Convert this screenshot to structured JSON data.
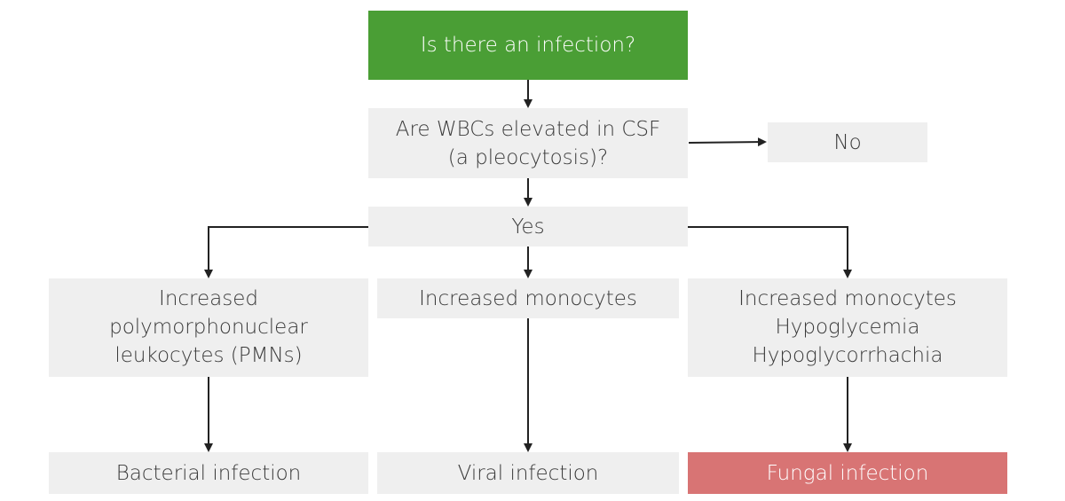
{
  "colors": {
    "start": "#4a9e35",
    "neutral": "#efefef",
    "fungal": "#d87474",
    "line": "#222222"
  },
  "nodes": {
    "start": {
      "lines": [
        "Is there an infection?"
      ]
    },
    "wbc": {
      "lines": [
        "Are WBCs elevated in CSF",
        "(a pleocytosis)?"
      ]
    },
    "no": {
      "lines": [
        "No"
      ]
    },
    "yes": {
      "lines": [
        "Yes"
      ]
    },
    "pmn": {
      "lines": [
        "Increased",
        "polymorphonuclear",
        "leukocytes (PMNs)"
      ]
    },
    "mono": {
      "lines": [
        "Increased monocytes"
      ]
    },
    "fungal_criteria": {
      "lines": [
        "Increased monocytes",
        "Hypoglycemia",
        "Hypoglycorrhachia"
      ]
    },
    "bacterial": {
      "lines": [
        "Bacterial infection"
      ]
    },
    "viral": {
      "lines": [
        "Viral infection"
      ]
    },
    "fungal": {
      "lines": [
        "Fungal infection"
      ]
    }
  },
  "edges": [
    {
      "from": "start",
      "to": "wbc"
    },
    {
      "from": "wbc",
      "to": "no"
    },
    {
      "from": "wbc",
      "to": "yes"
    },
    {
      "from": "yes",
      "to": "pmn"
    },
    {
      "from": "yes",
      "to": "mono"
    },
    {
      "from": "yes",
      "to": "fungal_criteria"
    },
    {
      "from": "pmn",
      "to": "bacterial"
    },
    {
      "from": "mono",
      "to": "viral"
    },
    {
      "from": "fungal_criteria",
      "to": "fungal"
    }
  ]
}
